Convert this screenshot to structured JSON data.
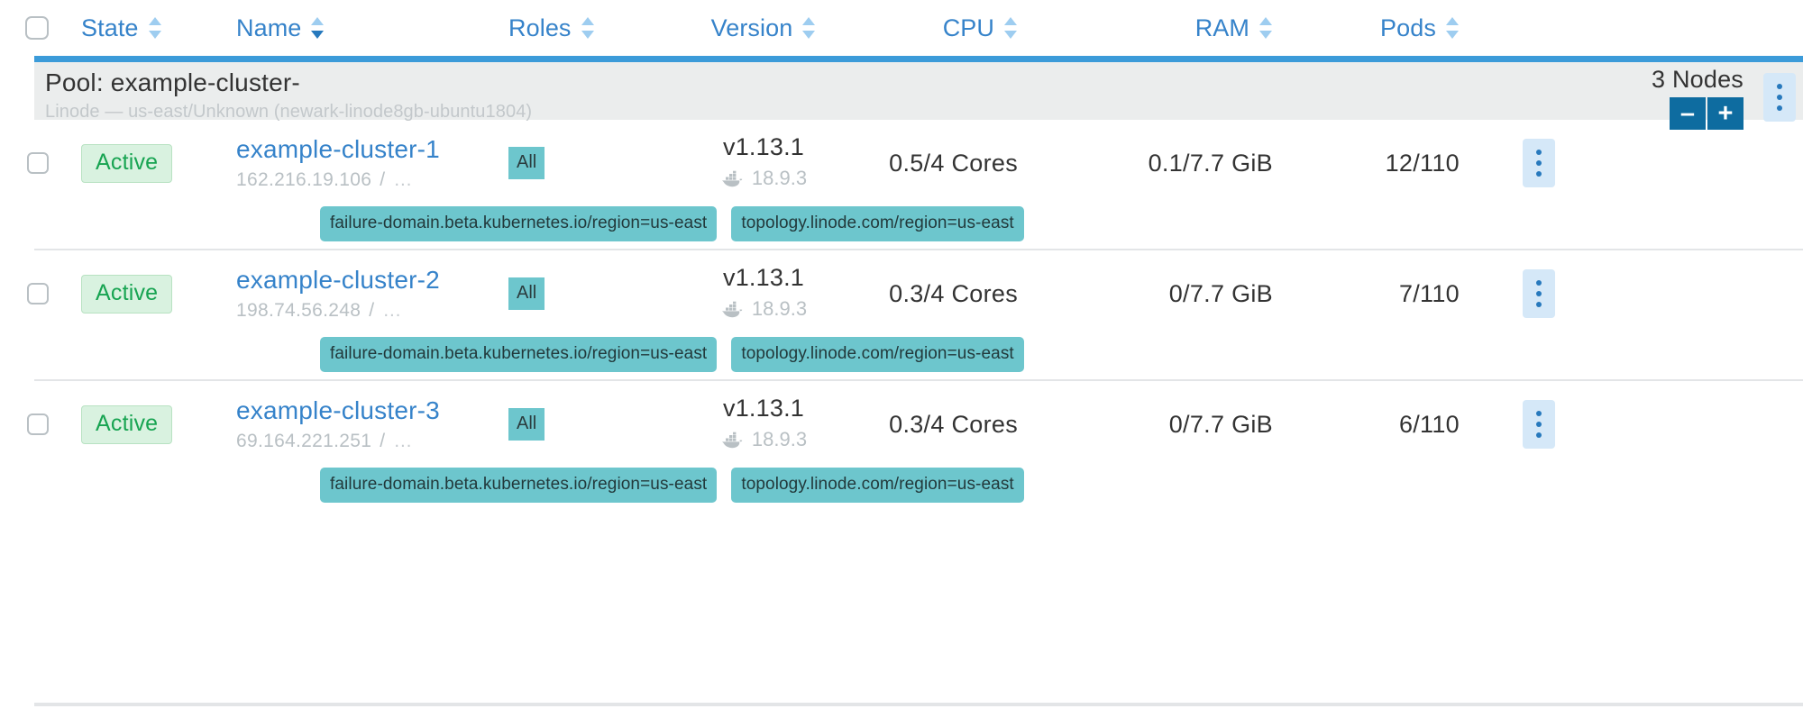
{
  "table": {
    "columns": [
      {
        "key": "state",
        "label": "State",
        "sort": "none"
      },
      {
        "key": "name",
        "label": "Name",
        "sort": "desc"
      },
      {
        "key": "roles",
        "label": "Roles",
        "sort": "none"
      },
      {
        "key": "version",
        "label": "Version",
        "sort": "none"
      },
      {
        "key": "cpu",
        "label": "CPU",
        "sort": "none"
      },
      {
        "key": "ram",
        "label": "RAM",
        "sort": "none"
      },
      {
        "key": "pods",
        "label": "Pods",
        "sort": "none"
      }
    ],
    "select_all_checkbox": {
      "checked": false
    }
  },
  "pool": {
    "title": "Pool: example-cluster-",
    "subtitle": "Linode — us-east/Unknown (newark-linode8gb-ubuntu1804)",
    "node_count_label": "3 Nodes",
    "decrement_label": "–",
    "increment_label": "+"
  },
  "nodes": [
    {
      "state": "Active",
      "name": "example-cluster-1",
      "ip": "162.216.19.106",
      "ip_separator": "/",
      "ip_more": "…",
      "role": "All",
      "version": "v1.13.1",
      "runtime": "18.9.3",
      "cpu": "0.5/4 Cores",
      "ram": "0.1/7.7 GiB",
      "pods": "12/110",
      "labels": [
        "failure-domain.beta.kubernetes.io/region=us-east",
        "topology.linode.com/region=us-east"
      ]
    },
    {
      "state": "Active",
      "name": "example-cluster-2",
      "ip": "198.74.56.248",
      "ip_separator": "/",
      "ip_more": "…",
      "role": "All",
      "version": "v1.13.1",
      "runtime": "18.9.3",
      "cpu": "0.3/4 Cores",
      "ram": "0/7.7 GiB",
      "pods": "7/110",
      "labels": [
        "failure-domain.beta.kubernetes.io/region=us-east",
        "topology.linode.com/region=us-east"
      ]
    },
    {
      "state": "Active",
      "name": "example-cluster-3",
      "ip": "69.164.221.251",
      "ip_separator": "/",
      "ip_more": "…",
      "role": "All",
      "version": "v1.13.1",
      "runtime": "18.9.3",
      "cpu": "0.3/4 Cores",
      "ram": "0/7.7 GiB",
      "pods": "6/110",
      "labels": [
        "failure-domain.beta.kubernetes.io/region=us-east",
        "topology.linode.com/region=us-east"
      ]
    }
  ],
  "icons": {
    "docker": "docker-whale-icon",
    "kebab": "kebab-menu-icon",
    "sort": "sort-arrows-icon"
  },
  "colors": {
    "link": "#3683ca",
    "accent_bar": "#3b9bd9",
    "pool_band": "#ebeded",
    "active_text": "#18a452",
    "active_bg": "#d9f2e0",
    "chip_bg": "#6dc6cd",
    "stepper_bg": "#0e6ca0",
    "kebab_bg": "#d5e8f8"
  }
}
